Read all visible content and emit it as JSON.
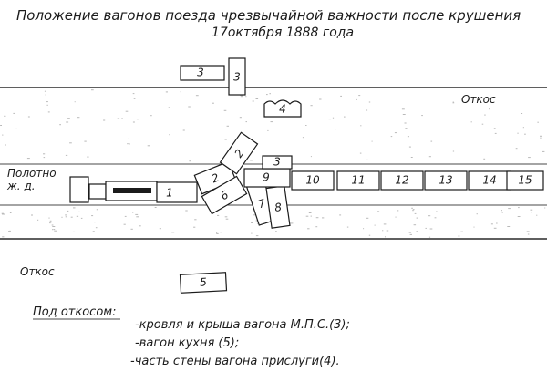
{
  "title": {
    "line1": "Положение вагонов поезда чрезвычайной важности после крушения",
    "line2": "17октября   1888 года"
  },
  "labels": {
    "slope_top": "Откос",
    "slope_bottom": "Откос",
    "track_line1": "Полотно",
    "track_line2": "ж. д."
  },
  "cars": [
    "1",
    "2",
    "2",
    "3",
    "3",
    "4",
    "5",
    "6",
    "7",
    "8",
    "9",
    "10",
    "11",
    "12",
    "13",
    "14",
    "15"
  ],
  "legend": {
    "heading": "Под откосом:",
    "items": [
      "-кровля и крыша вагона М.П.С.(3);",
      "-вагон кухня (5);",
      "-часть стены вагона прислуги(4)."
    ]
  }
}
